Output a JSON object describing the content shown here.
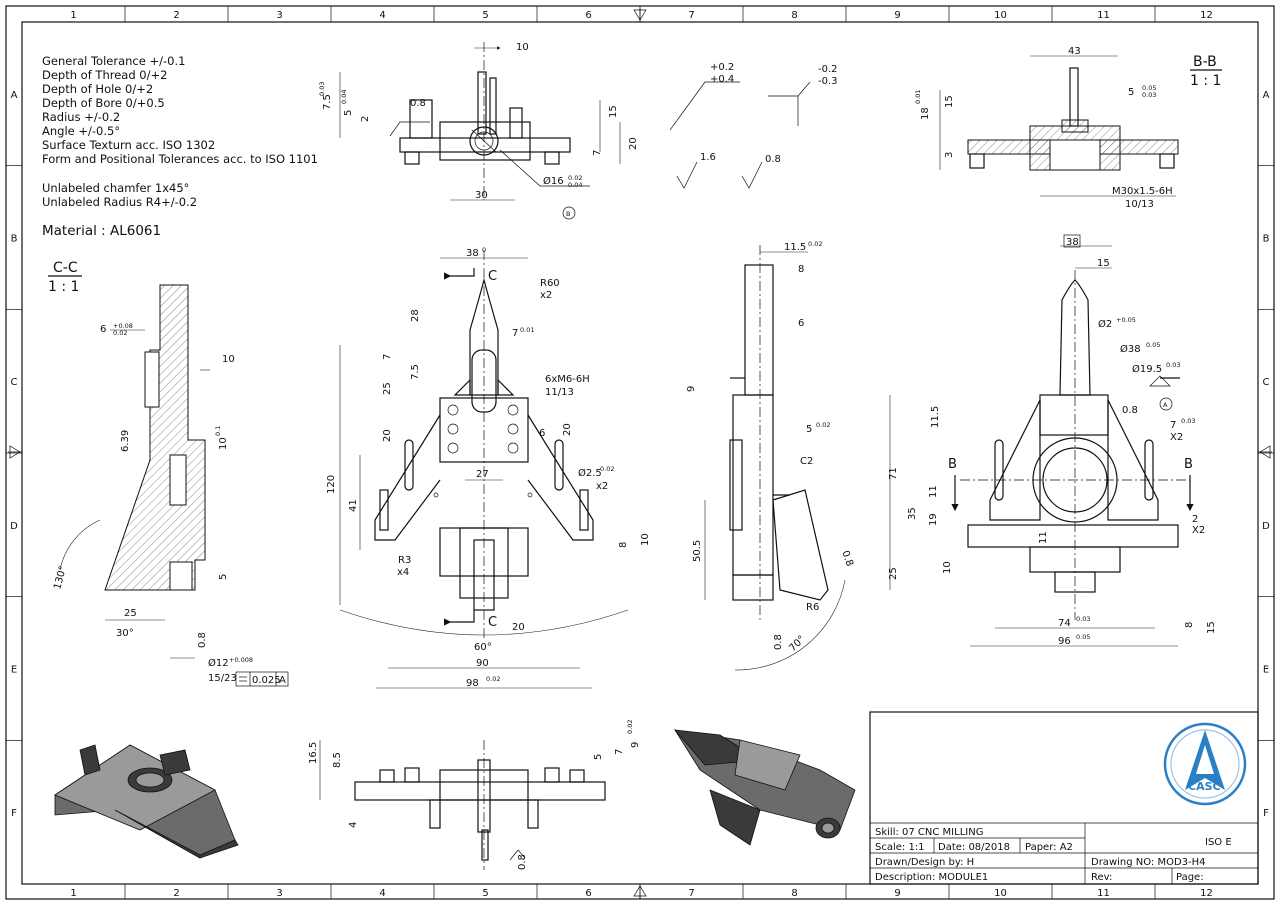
{
  "grid": {
    "columns": [
      "1",
      "2",
      "3",
      "4",
      "5",
      "6",
      "7",
      "8",
      "9",
      "10",
      "11",
      "12"
    ],
    "rows": [
      "A",
      "B",
      "C",
      "D",
      "E",
      "F"
    ]
  },
  "notes": [
    "General Tolerance +/-0.1",
    "Depth of Thread 0/+2",
    "Depth of Hole 0/+2",
    "Depth of Bore 0/+0.5",
    "Radius +/-0.2",
    "Angle +/-0.5°",
    "Surface Texturn acc. ISO 1302",
    "Form and Positional Tolerances acc. to ISO 1101"
  ],
  "chamfer_notes": [
    "Unlabeled chamfer 1x45°",
    "Unlabeled Radius R4+/-0.2"
  ],
  "material": "Material : AL6061",
  "section_cc": {
    "name": "C-C",
    "scale": "1 : 1"
  },
  "section_bb": {
    "name": "B-B",
    "scale": "1 : 1"
  },
  "datums": {
    "b": "B",
    "a": "A"
  },
  "dims": {
    "top_10": "10",
    "top_75": "7.5",
    "top_5": "5",
    "top_2": "2",
    "top_08": "0.8",
    "top_15": "15",
    "top_7": "7",
    "top_20": "20",
    "top_30": "30",
    "top_d16": "Ø16",
    "rough_p02": "+0.2",
    "rough_p04": "+0.4",
    "rough_m02": "-0.2",
    "rough_m03": "-0.3",
    "rough_16": "1.6",
    "rough_08": "0.8",
    "bb_43": "43",
    "bb_18": "18",
    "bb_15": "15",
    "bb_3": "3",
    "bb_5": "5",
    "bb_thread": "M30x1.5-6H",
    "bb_thread_depth": "10/13",
    "cc_6": "6",
    "cc_10": "10",
    "cc_639": "6.39",
    "cc_10b": "10",
    "cc_130": "130°",
    "cc_5": "5",
    "cc_25": "25",
    "cc_30": "30°",
    "cc_08": "0.8",
    "cc_d12": "Ø12",
    "cc_depth": "15/23",
    "cc_flat": "0.025",
    "cc_flat_ref": "A",
    "fr_38": "38",
    "fr_c": "C",
    "fr_r60": "R60",
    "fr_x2a": "x2",
    "fr_28": "28",
    "fr_7": "7",
    "fr_7b": "7",
    "fr_25": "25",
    "fr_75": "7.5",
    "fr_m6": "6xM6-6H",
    "fr_m6d": "11/13",
    "fr_20": "20",
    "fr_6": "6",
    "fr_20b": "20",
    "fr_27": "27",
    "fr_d25": "Ø2.5",
    "fr_x2b": "x2",
    "fr_120": "120",
    "fr_41": "41",
    "fr_r3": "R3",
    "fr_x4": "x4",
    "fr_8": "8",
    "fr_10": "10",
    "fr_20c": "20",
    "fr_60": "60°",
    "fr_90": "90",
    "fr_98": "98",
    "sd_115": "11.5",
    "sd_8": "8",
    "sd_6": "6",
    "sd_9": "9",
    "sd_5": "5",
    "sd_c2": "C2",
    "sd_505": "50.5",
    "sd_08a": "0.8",
    "sd_r6": "R6",
    "sd_08b": "0.8",
    "sd_70": "70°",
    "rv_38": "38",
    "rv_15": "15",
    "rv_d2": "Ø2",
    "rv_d38": "Ø38",
    "rv_d195": "Ø19.5",
    "rv_08": "0.8",
    "rv_115": "11.5",
    "rv_7": "7",
    "rv_x2": "X2",
    "rv_71": "71",
    "rv_11": "11",
    "rv_35": "35",
    "rv_19": "19",
    "rv_2": "2",
    "rv_x2b": "X2",
    "rv_11b": "11",
    "rv_25": "25",
    "rv_10": "10",
    "rv_74": "74",
    "rv_96": "96",
    "rv_8": "8",
    "rv_15b": "15",
    "bt_165": "16.5",
    "bt_85": "8.5",
    "bt_4": "4",
    "bt_5": "5",
    "bt_7": "7",
    "bt_9": "9",
    "bt_08": "0.8"
  },
  "tol": {
    "t003": "0.03",
    "t0": "0",
    "t004": "0.04",
    "t005": "0.05",
    "t002": "0.02",
    "t001": "0.01",
    "p005": "+0.05",
    "p008": "+0.08",
    "p01": "0.1",
    "m004": "-0.04",
    "p008b": "+0.008"
  },
  "logo": {
    "text": "CASC",
    "color": "#2b7fc4"
  },
  "title_block": {
    "skill": "Skill:   07 CNC MILLING",
    "iso": "ISO E",
    "scale": "Scale: 1:1",
    "date": "Date:  08/2018",
    "paper": "Paper:  A2",
    "drawn": "Drawn/Design by:  H",
    "drawing_no": "Drawing NO:  MOD3-H4",
    "description": "Description:  MODULE1",
    "rev": "Rev:",
    "page": "Page:"
  }
}
